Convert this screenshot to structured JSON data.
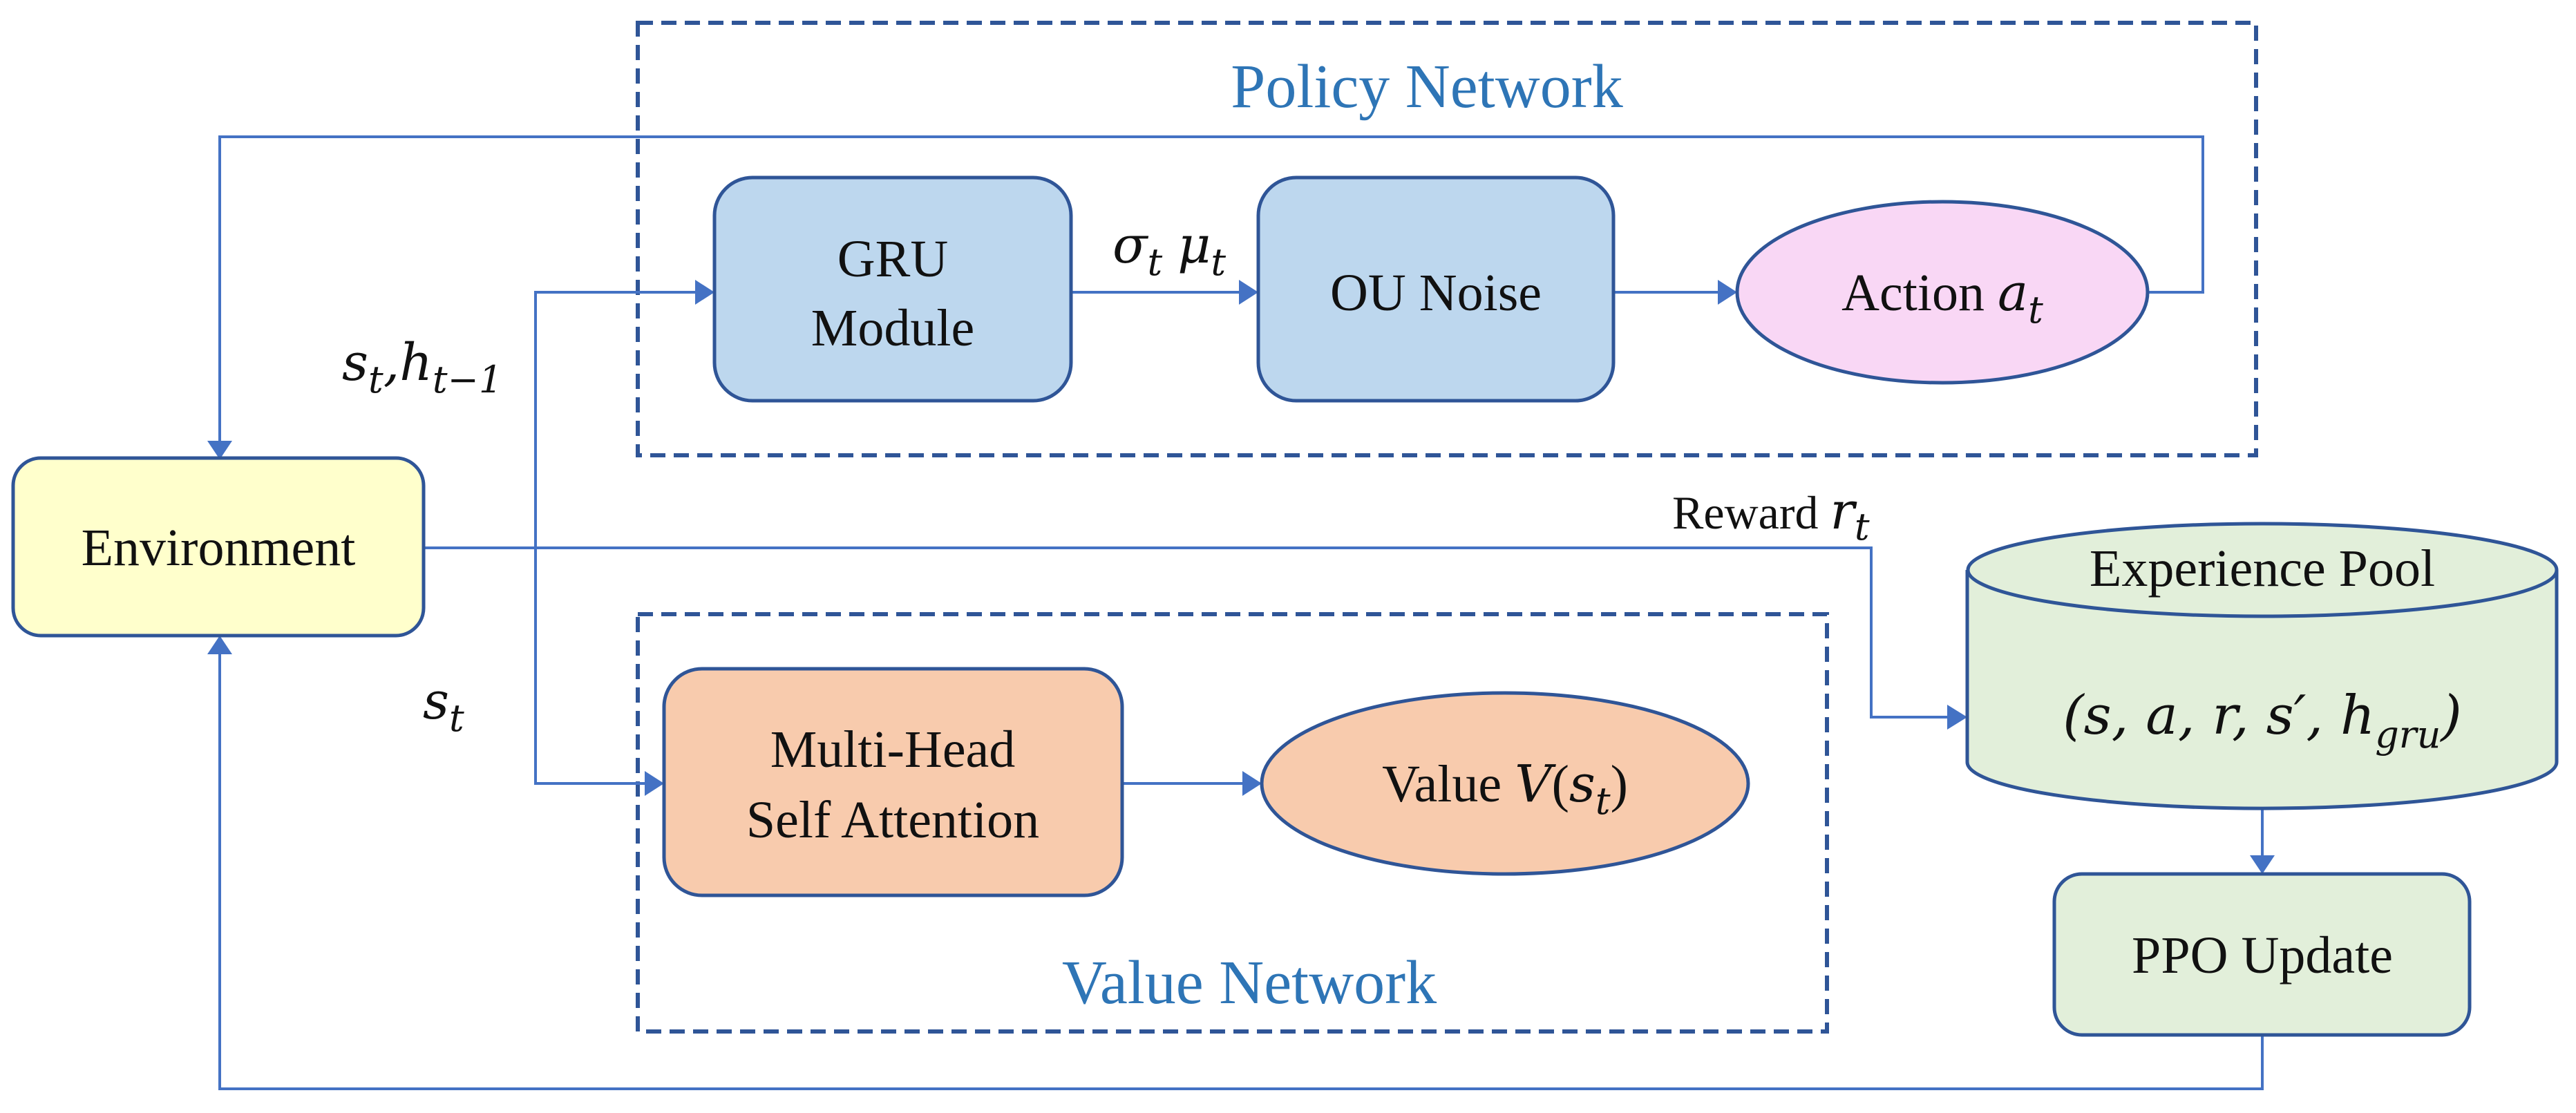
{
  "colors": {
    "line": "#4472C4",
    "border": "#2F5597",
    "title": "#2E75B6",
    "policy_fill": "#BDD7EE",
    "action_fill": "#F9D7F5",
    "env_fill": "#FFFFCC",
    "value_fill": "#F8CBAD",
    "pool_fill": "#E2EFDA"
  },
  "policy_network": {
    "title": "Policy Network",
    "gru": {
      "line1": "GRU",
      "line2": "Module"
    },
    "ou_noise": "OU Noise",
    "action": {
      "text": "Action ",
      "var": "a",
      "sub": "t"
    },
    "edge_gru_ou": {
      "sigma": "σ",
      "mu": "μ",
      "sub": "t"
    }
  },
  "value_network": {
    "title": "Value Network",
    "mhsa": {
      "line1": "Multi-Head",
      "line2": "Self Attention"
    },
    "value": {
      "text": "Value ",
      "var": "V",
      "open": "(",
      "s": "s",
      "sub": "t",
      "close": ")"
    }
  },
  "environment": {
    "label": "Environment"
  },
  "edges": {
    "state_hidden": {
      "s": "s",
      "sub1": "t",
      "comma": ",",
      "h": "h",
      "sub2": "t−1"
    },
    "state": {
      "s": "s",
      "sub": "t"
    },
    "reward": {
      "text": "Reward ",
      "var": "r",
      "sub": "t"
    }
  },
  "experience_pool": {
    "title": "Experience Pool",
    "tuple_main": "(s, a, r, s′, h",
    "tuple_sub": "gru",
    "tuple_close": ")"
  },
  "ppo": {
    "label": "PPO Update"
  }
}
